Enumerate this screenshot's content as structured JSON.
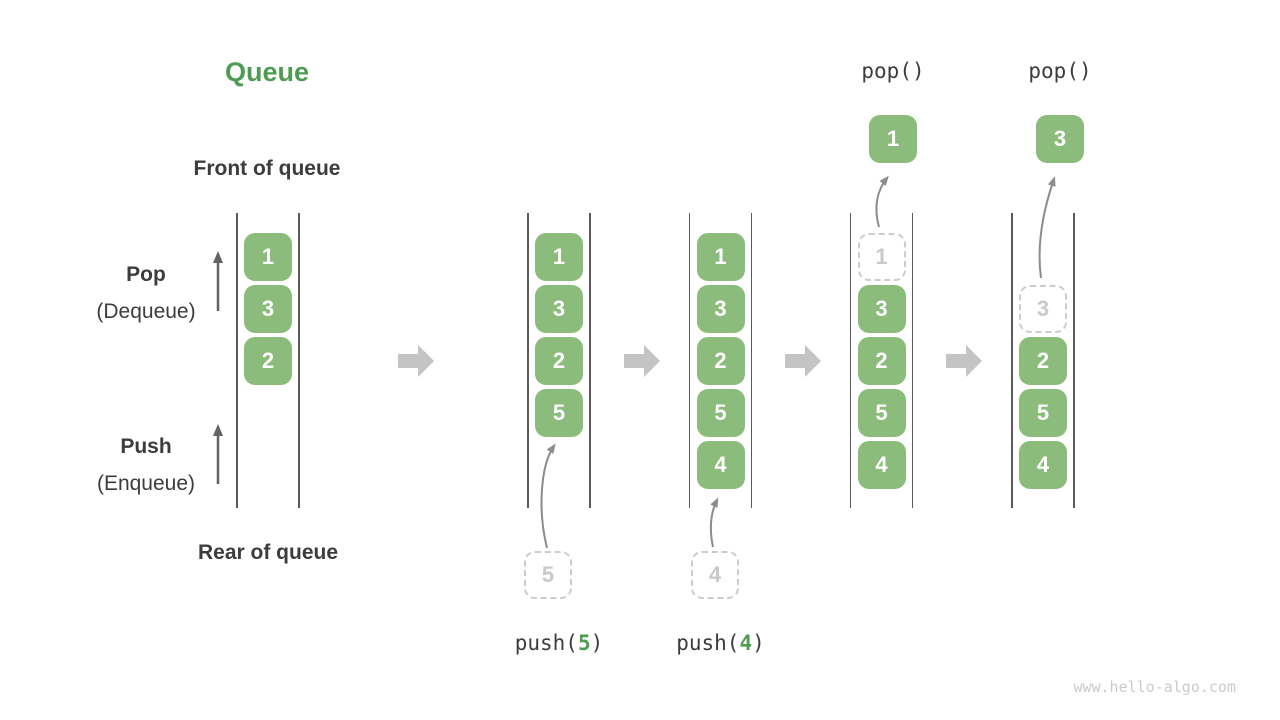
{
  "title": "Queue",
  "watermark": "www.hello-algo.com",
  "side_labels": {
    "front": "Front of queue",
    "rear": "Rear of queue",
    "pop_name": "Pop",
    "pop_alias": "(Dequeue)",
    "push_name": "Push",
    "push_alias": "(Enqueue)"
  },
  "colors": {
    "accent_green": "#4e9c51",
    "box_green": "#8bbc7b",
    "text_dark": "#3c3c3c",
    "rail_gray": "#5a5a5a",
    "block_arrow_gray": "#c4c4c4",
    "thin_arrow_gray": "#8c8c8c",
    "dashed_gray": "#cccccc",
    "watermark_gray": "#cbcbcb"
  },
  "states": [
    {
      "name": "initial",
      "slots": [
        {
          "row": 0,
          "value": "1",
          "style": "solid"
        },
        {
          "row": 1,
          "value": "3",
          "style": "solid"
        },
        {
          "row": 2,
          "value": "2",
          "style": "solid"
        }
      ]
    },
    {
      "name": "after-push-5",
      "slots": [
        {
          "row": 0,
          "value": "1",
          "style": "solid"
        },
        {
          "row": 1,
          "value": "3",
          "style": "solid"
        },
        {
          "row": 2,
          "value": "2",
          "style": "solid"
        },
        {
          "row": 3,
          "value": "5",
          "style": "solid"
        }
      ],
      "push": {
        "staged_value": "5",
        "label_prefix": "push(",
        "label_arg": "5",
        "label_suffix": ")"
      }
    },
    {
      "name": "after-push-4",
      "slots": [
        {
          "row": 0,
          "value": "1",
          "style": "solid"
        },
        {
          "row": 1,
          "value": "3",
          "style": "solid"
        },
        {
          "row": 2,
          "value": "2",
          "style": "solid"
        },
        {
          "row": 3,
          "value": "5",
          "style": "solid"
        },
        {
          "row": 4,
          "value": "4",
          "style": "solid"
        }
      ],
      "push": {
        "staged_value": "4",
        "label_prefix": "push(",
        "label_arg": "4",
        "label_suffix": ")"
      }
    },
    {
      "name": "after-pop-1",
      "slots": [
        {
          "row": 0,
          "value": "1",
          "style": "dashed"
        },
        {
          "row": 1,
          "value": "3",
          "style": "solid"
        },
        {
          "row": 2,
          "value": "2",
          "style": "solid"
        },
        {
          "row": 3,
          "value": "5",
          "style": "solid"
        },
        {
          "row": 4,
          "value": "4",
          "style": "solid"
        }
      ],
      "pop": {
        "label": "pop()",
        "popped_value": "1"
      }
    },
    {
      "name": "after-pop-3",
      "slots": [
        {
          "row": 1,
          "value": "3",
          "style": "dashed"
        },
        {
          "row": 2,
          "value": "2",
          "style": "solid"
        },
        {
          "row": 3,
          "value": "5",
          "style": "solid"
        },
        {
          "row": 4,
          "value": "4",
          "style": "solid"
        }
      ],
      "pop": {
        "label": "pop()",
        "popped_value": "3"
      }
    }
  ]
}
